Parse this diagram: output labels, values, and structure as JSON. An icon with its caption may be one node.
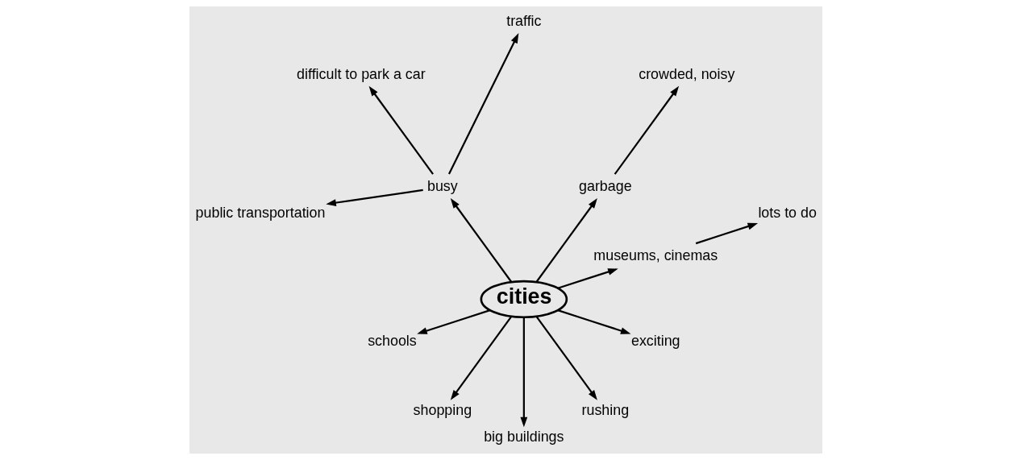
{
  "diagram": {
    "nodes": [
      {
        "text": [
          "cities"
        ]
      },
      {
        "text": [
          "museums, cinemas"
        ]
      },
      {
        "text": [
          "lots to do"
        ]
      },
      {
        "text": [
          "garbage"
        ]
      },
      {
        "text": [
          "crowded, noisy"
        ]
      },
      {
        "text": [
          "busy"
        ]
      },
      {
        "text": [
          "traffic"
        ]
      },
      {
        "text": [
          "difficult to park a car"
        ]
      },
      {
        "text": [
          "public transportation"
        ]
      },
      {
        "text": [
          "schools"
        ]
      },
      {
        "text": [
          "shopping"
        ]
      },
      {
        "text": [
          "big buildings"
        ]
      },
      {
        "text": [
          "rushing"
        ]
      },
      {
        "text": [
          "exciting"
        ]
      }
    ],
    "edges": [
      {
        "from": 0,
        "to": 1,
        "arrow": "to"
      },
      {
        "from": 1,
        "to": 2,
        "arrow": "to"
      },
      {
        "from": 0,
        "to": 3,
        "arrow": "to"
      },
      {
        "from": 3,
        "to": 4,
        "arrow": "to"
      },
      {
        "from": 0,
        "to": 5,
        "arrow": "to"
      },
      {
        "from": 5,
        "to": 6,
        "arrow": "to"
      },
      {
        "from": 5,
        "to": 7,
        "arrow": "to"
      },
      {
        "from": 5,
        "to": 8,
        "arrow": "to"
      },
      {
        "from": 0,
        "to": 9,
        "arrow": "to"
      },
      {
        "from": 0,
        "to": 10,
        "arrow": "to"
      },
      {
        "from": 0,
        "to": 11,
        "arrow": "to"
      },
      {
        "from": 0,
        "to": 12,
        "arrow": "to"
      },
      {
        "from": 0,
        "to": 13,
        "arrow": "to"
      }
    ]
  }
}
